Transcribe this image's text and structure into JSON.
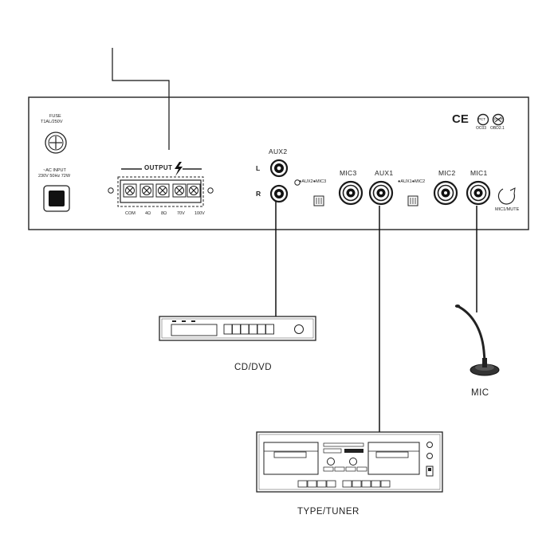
{
  "panel": {
    "fuse_title": "FUSE",
    "fuse_rating": "T1AL/250V",
    "ac_input_title": "~AC INPUT",
    "ac_input_rating": "230V 50Hz 72W",
    "output_label": "OUTPUT",
    "terminal_labels": [
      "COM",
      "4Ω",
      "8Ω",
      "70V",
      "100V"
    ],
    "aux2_label": "AUX2",
    "left_label": "L",
    "right_label": "R",
    "switch_aux2_mic3": "●AUX2●MIC3",
    "mic3_label": "MIC3",
    "aux1_label": "AUX1",
    "switch_aux1_mic2": "●AUX1●MIC2",
    "mic2_label": "MIC2",
    "mic1_label": "MIC1",
    "mic1_mute_label": "MIC1/MUTE",
    "cert_marks": [
      "CE",
      "PCT",
      "GOST"
    ],
    "cert_codes": [
      "OC03",
      "OBD2.1"
    ]
  },
  "devices": {
    "cd_dvd_label": "CD/DVD",
    "tape_tuner_label": "TYPE/TUNER",
    "mic_label": "MIC"
  },
  "colors": {
    "line": "#111111",
    "panel_stroke": "#222222",
    "jack_ring": "#1a1a1a"
  }
}
